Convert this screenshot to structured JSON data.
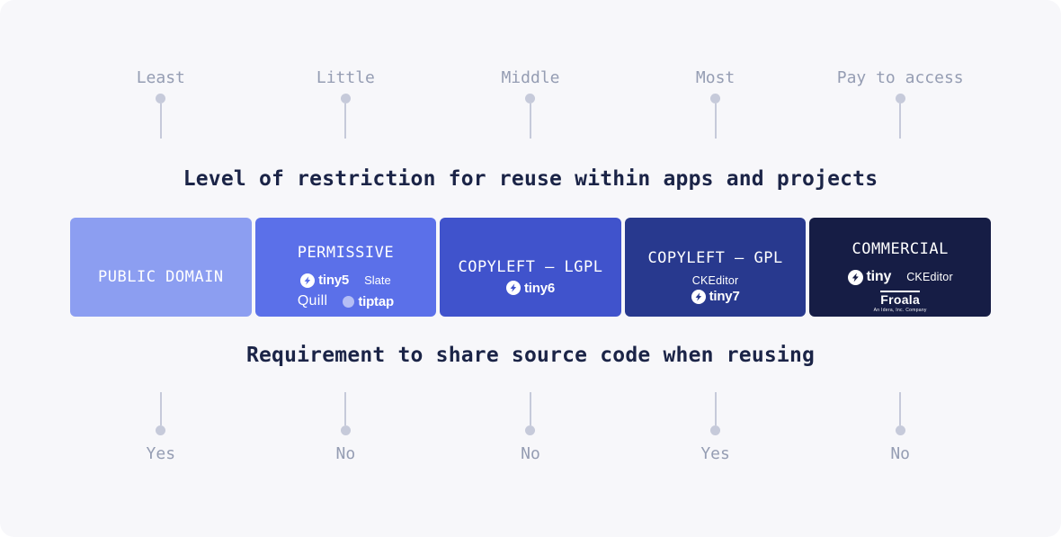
{
  "headings": {
    "restriction": "Level of restriction for reuse within apps and projects",
    "share_source": "Requirement to share source code when reusing"
  },
  "columns": [
    {
      "top_label": "Least",
      "bottom_label": "Yes",
      "card": {
        "title": "PUBLIC DOMAIN",
        "bg": "#8c9ef1",
        "logo_rows": []
      }
    },
    {
      "top_label": "Little",
      "bottom_label": "No",
      "card": {
        "title": "PERMISSIVE",
        "bg": "#5b70e9",
        "logo_rows": [
          [
            {
              "type": "tiny",
              "label": "tiny5"
            },
            {
              "type": "text",
              "label": "Slate"
            }
          ],
          [
            {
              "type": "quill",
              "label": "Quill"
            },
            {
              "type": "tiptap",
              "label": "tiptap"
            }
          ]
        ]
      }
    },
    {
      "top_label": "Middle",
      "bottom_label": "No",
      "card": {
        "title": "COPYLEFT — LGPL",
        "bg": "#4053cc",
        "logo_rows": [
          [
            {
              "type": "tiny",
              "label": "tiny6"
            }
          ]
        ]
      }
    },
    {
      "top_label": "Most",
      "bottom_label": "Yes",
      "card": {
        "title": "COPYLEFT — GPL",
        "bg": "#28398e",
        "logo_rows": [
          [
            {
              "type": "text",
              "label": "CKEditor"
            }
          ],
          [
            {
              "type": "tiny",
              "label": "tiny7"
            }
          ]
        ]
      }
    },
    {
      "top_label": "Pay to access",
      "bottom_label": "No",
      "card": {
        "title": "COMMERCIAL",
        "bg": "#161d45",
        "logo_rows": [
          [
            {
              "type": "tiny",
              "label": "tiny"
            },
            {
              "type": "text",
              "label": "CKEditor"
            }
          ],
          [
            {
              "type": "froala",
              "label": "Froala",
              "tagline": "An Idera, Inc. Company"
            }
          ]
        ]
      }
    }
  ],
  "colors": {
    "panel_bg": "#f7f7fa",
    "pin": "#c6cada",
    "axis_label": "#959db3",
    "heading": "#1b2447",
    "card_text": "#ffffff"
  }
}
